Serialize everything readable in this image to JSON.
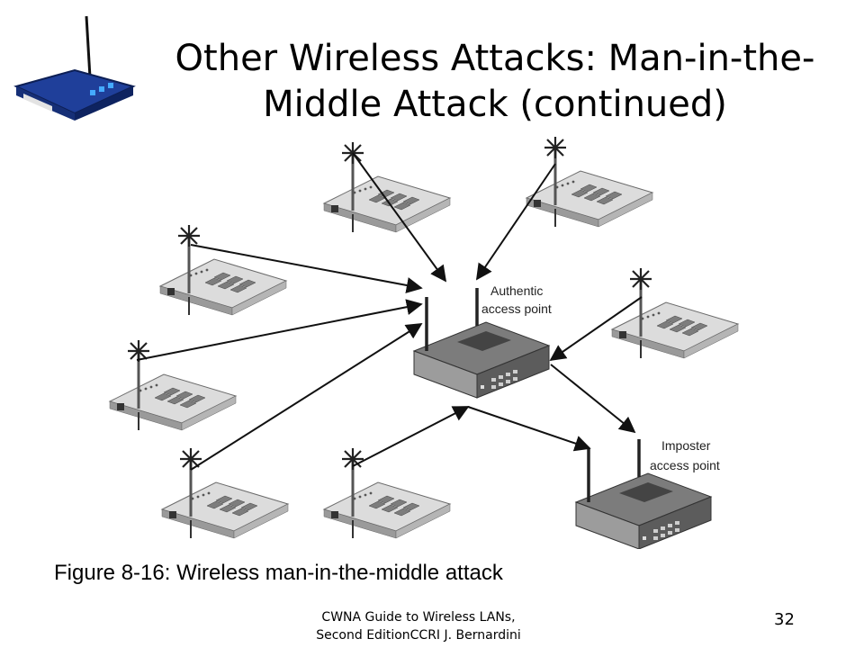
{
  "slide": {
    "title_line1": "Other Wireless Attacks: Man-in-the-",
    "title_line2": "Middle Attack (continued)",
    "caption": "Figure 8-16: Wireless man-in-the-middle attack",
    "footer_line1": "CWNA Guide to Wireless LANs,",
    "footer_line2": "Second EditionCCRI   J. Bernardini",
    "page_number": "32"
  },
  "diagram": {
    "authentic_label_line1": "Authentic",
    "authentic_label_line2": "access point",
    "imposter_label_line1": "Imposter",
    "imposter_label_line2": "access point",
    "node_icon": "wireless-nic-card-icon",
    "ap_icon": "access-point-icon"
  },
  "colors": {
    "card_fill": "#d9d9d9",
    "card_shade": "#9a9a9a",
    "router_fill": "#8a8a8a",
    "arrow": "#111111",
    "router_logo_blue": "#2a55b5"
  }
}
